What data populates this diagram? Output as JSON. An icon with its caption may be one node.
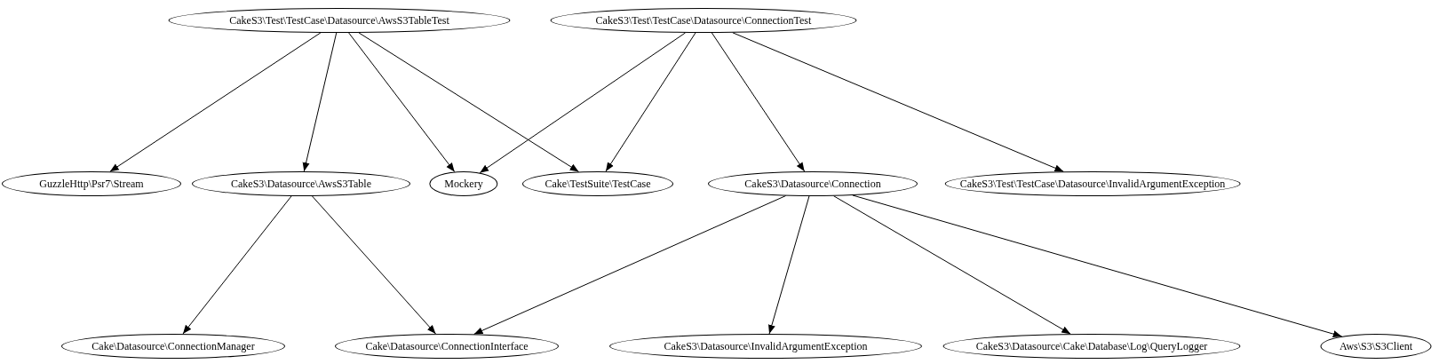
{
  "diagram": {
    "nodes": [
      {
        "text": [
          "CakeS3\\Test\\TestCase\\Datasource\\AwsS3TableTest"
        ]
      },
      {
        "text": [
          "CakeS3\\Test\\TestCase\\Datasource\\ConnectionTest"
        ]
      },
      {
        "text": [
          "GuzzleHttp\\Psr7\\Stream"
        ]
      },
      {
        "text": [
          "CakeS3\\Datasource\\AwsS3Table"
        ]
      },
      {
        "text": [
          "Mockery"
        ]
      },
      {
        "text": [
          "Cake\\TestSuite\\TestCase"
        ]
      },
      {
        "text": [
          "CakeS3\\Datasource\\Connection"
        ]
      },
      {
        "text": [
          "CakeS3\\Test\\TestCase\\Datasource\\InvalidArgumentException"
        ]
      },
      {
        "text": [
          "Cake\\Datasource\\ConnectionManager"
        ]
      },
      {
        "text": [
          "Cake\\Datasource\\ConnectionInterface"
        ]
      },
      {
        "text": [
          "CakeS3\\Datasource\\InvalidArgumentException"
        ]
      },
      {
        "text": [
          "CakeS3\\Datasource\\Cake\\Database\\Log\\QueryLogger"
        ]
      },
      {
        "text": [
          "Aws\\S3\\S3Client"
        ]
      }
    ],
    "edges": [
      {
        "from": 0,
        "to": 2,
        "arrow": "to"
      },
      {
        "from": 0,
        "to": 3,
        "arrow": "to"
      },
      {
        "from": 0,
        "to": 4,
        "arrow": "to"
      },
      {
        "from": 0,
        "to": 5,
        "arrow": "to"
      },
      {
        "from": 1,
        "to": 4,
        "arrow": "to"
      },
      {
        "from": 1,
        "to": 5,
        "arrow": "to"
      },
      {
        "from": 1,
        "to": 6,
        "arrow": "to"
      },
      {
        "from": 1,
        "to": 7,
        "arrow": "to"
      },
      {
        "from": 3,
        "to": 8,
        "arrow": "to"
      },
      {
        "from": 3,
        "to": 9,
        "arrow": "to"
      },
      {
        "from": 6,
        "to": 9,
        "arrow": "to"
      },
      {
        "from": 6,
        "to": 10,
        "arrow": "to"
      },
      {
        "from": 6,
        "to": 11,
        "arrow": "to"
      },
      {
        "from": 6,
        "to": 12,
        "arrow": "to"
      }
    ]
  }
}
